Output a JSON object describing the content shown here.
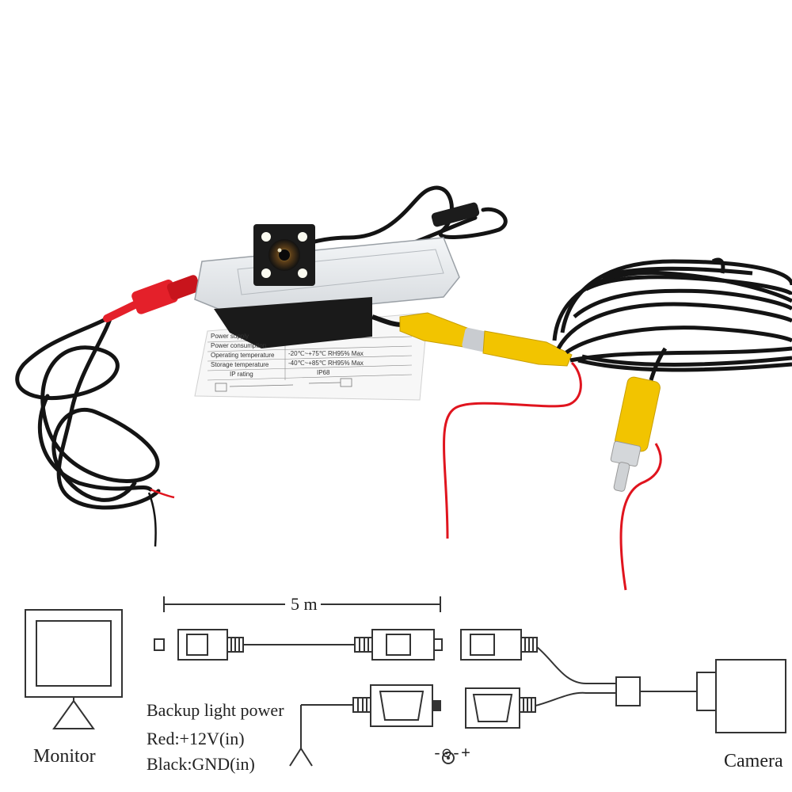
{
  "colors": {
    "cable": "#141414",
    "rca_yellow": "#f2c400",
    "red_wire": "#e0141e",
    "red_connector": "#e4202a",
    "diagram_line": "#333333"
  },
  "spec_sheet": {
    "rows": [
      {
        "label": "Power supply",
        "value": ""
      },
      {
        "label": "Power consumption",
        "value": ""
      },
      {
        "label": "Operating temperature",
        "value": "-20℃~+75℃   RH95% Max"
      },
      {
        "label": "Storage temperature",
        "value": "-40℃~+85℃   RH95% Max"
      },
      {
        "label": "IP rating",
        "value": "IP68"
      }
    ]
  },
  "diagram": {
    "cable_length": "5 m",
    "monitor_label": "Monitor",
    "camera_label": "Camera",
    "power_title": "Backup light power",
    "power_red": "Red:+12V(in)",
    "power_black": "Black:GND(in)",
    "polarity": "-⊙-+"
  }
}
